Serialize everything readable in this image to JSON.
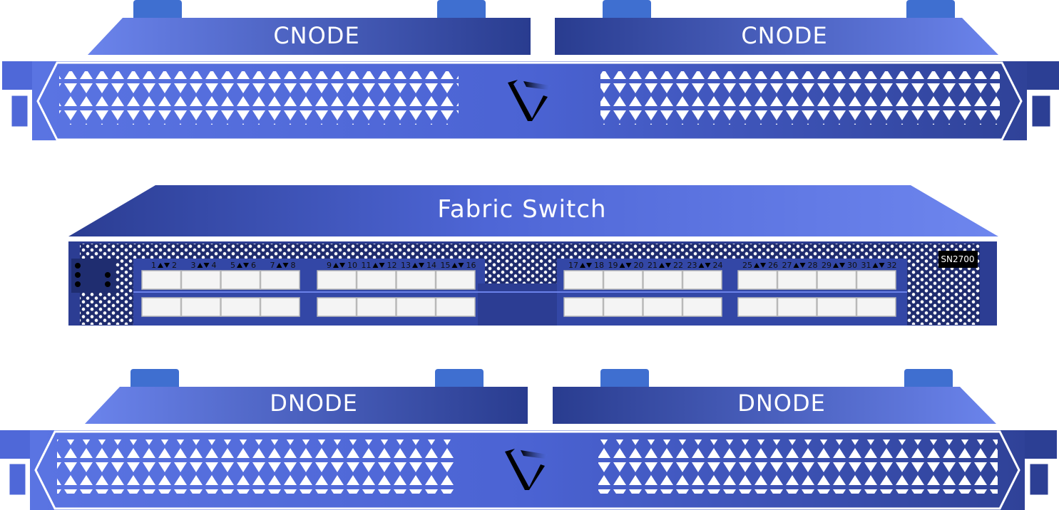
{
  "colors": {
    "bezel_light": "#6b82ea",
    "bezel_dark": "#283b8e",
    "bezel_mid": "#4a63d6",
    "tab": "#3f6fd0",
    "port_fill": "#f2f2f2",
    "model_bg": "#000000",
    "text": "#ffffff"
  },
  "cnodes": [
    {
      "label": "CNODE"
    },
    {
      "label": "CNODE"
    }
  ],
  "switch": {
    "title": "Fabric Switch",
    "model": "SN2700",
    "port_groups": [
      [
        "1",
        "2",
        "3",
        "4",
        "5",
        "6",
        "7",
        "8"
      ],
      [
        "9",
        "10",
        "11",
        "12",
        "13",
        "14",
        "15",
        "16"
      ],
      [
        "17",
        "18",
        "19",
        "20",
        "21",
        "22",
        "23",
        "24"
      ],
      [
        "25",
        "26",
        "27",
        "28",
        "29",
        "30",
        "31",
        "32"
      ]
    ]
  },
  "dnodes": [
    {
      "label": "DNODE"
    },
    {
      "label": "DNODE"
    }
  ],
  "icons": {
    "chassis_logo": "v-logo-icon",
    "vent": "triangle-vent-pattern",
    "switch_vent": "hex-vent-pattern"
  }
}
